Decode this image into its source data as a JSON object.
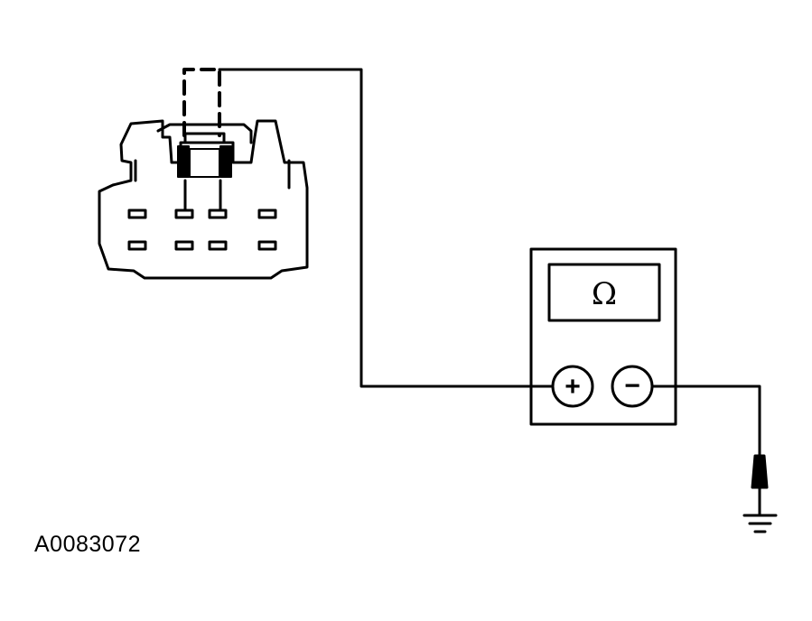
{
  "meter": {
    "display_symbol": "Ω",
    "positive_symbol": "+",
    "negative_symbol": "−",
    "function": "ohmmeter"
  },
  "figure_id": "A0083072",
  "icons": [
    "connector-icon",
    "multimeter-icon",
    "ground-symbol-icon",
    "probe-icon"
  ],
  "colors": {
    "line": "#000000",
    "background": "#ffffff"
  }
}
